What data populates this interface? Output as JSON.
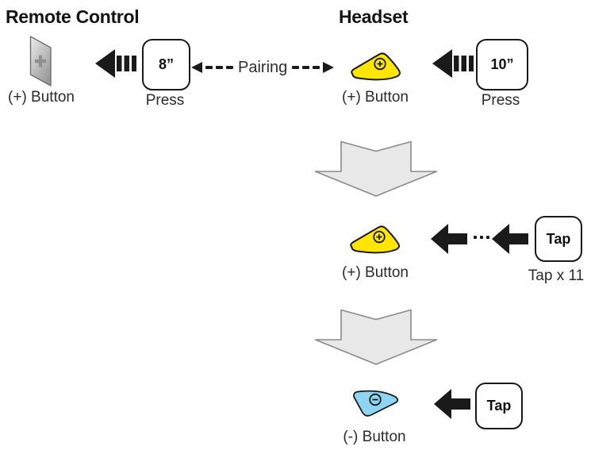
{
  "headers": {
    "remote": "Remote Control",
    "headset": "Headset"
  },
  "step1": {
    "remote_button_label": "(+) Button",
    "remote_press_duration": "8”",
    "remote_press_label": "Press",
    "pairing_label": "Pairing",
    "headset_button_label": "(+) Button",
    "headset_press_duration": "10”",
    "headset_press_label": "Press"
  },
  "step2": {
    "button_label": "(+) Button",
    "tap_key": "Tap",
    "tap_count_label": "Tap x 11"
  },
  "step3": {
    "button_label": "(-) Button",
    "tap_key": "Tap"
  },
  "icons": {
    "remote_plus_button": "gray-parallelogram-with-plus",
    "headset_plus_button": "yellow-blob-with-circled-plus",
    "headset_minus_button": "blue-blob-with-circled-minus",
    "press_hold_arrow": "left-arrowhead-with-three-bars",
    "tap_arrow": "left-block-arrow",
    "flow_arrow": "large-gray-down-arrow",
    "pairing_arrow": "dashed-double-headed-arrow",
    "ellipsis": "three-dots"
  },
  "colors": {
    "plus_button_yellow": "#FFE600",
    "minus_button_blue": "#8ED5F2",
    "flow_arrow_fill": "#E8E8E8",
    "flow_arrow_border": "#8A8A8A",
    "ink": "#1A1A1A"
  }
}
